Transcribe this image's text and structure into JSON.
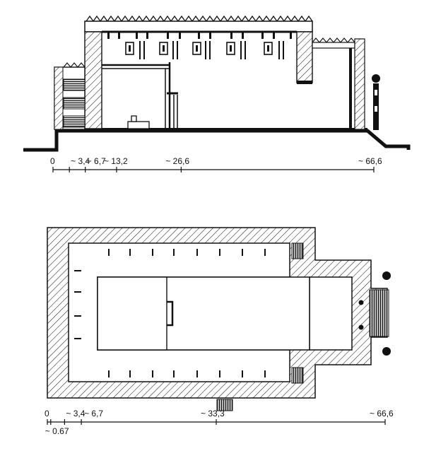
{
  "colors": {
    "ink": "#111111",
    "paper": "#ffffff",
    "hatch": "#222222"
  },
  "section_scale": {
    "ticks": [
      {
        "value": 0,
        "label": "0"
      },
      {
        "value": 3.4,
        "label": "~ 3,4"
      },
      {
        "value": 6.7,
        "label": "~ 6,7"
      },
      {
        "value": 13.2,
        "label": "~ 13,2"
      },
      {
        "value": 26.6,
        "label": "~ 26,6"
      },
      {
        "value": 66.6,
        "label": "~ 66,6"
      }
    ]
  },
  "plan_scale": {
    "ticks": [
      {
        "value": 0,
        "label": "0"
      },
      {
        "value": 0.67,
        "label": "~ 0.67"
      },
      {
        "value": 3.4,
        "label": "~ 3,4"
      },
      {
        "value": 6.7,
        "label": "~ 6,7"
      },
      {
        "value": 33.3,
        "label": "~ 33,3"
      },
      {
        "value": 66.6,
        "label": "~ 66,6"
      }
    ]
  }
}
